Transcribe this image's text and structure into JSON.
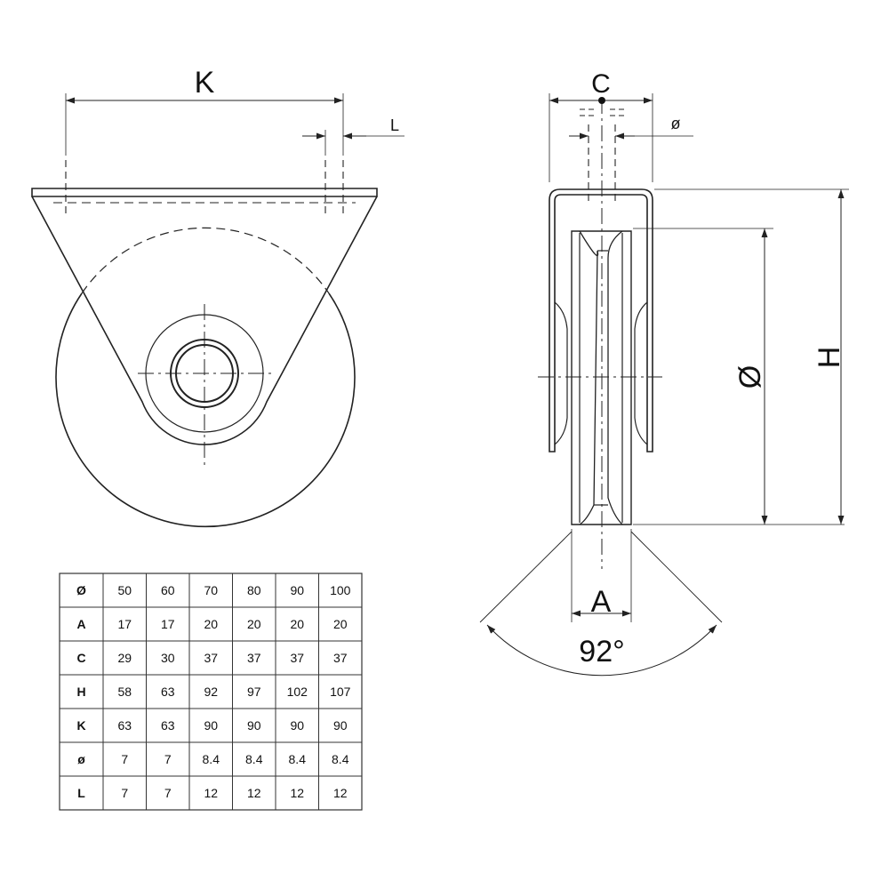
{
  "colors": {
    "line": "#222222",
    "thin": "#555555",
    "grid": "#333333"
  },
  "front_view": {
    "label_K": "K",
    "label_L": "L"
  },
  "side_view": {
    "label_C": "C",
    "label_bore": "ø",
    "label_diameter": "Ø",
    "label_H": "H",
    "label_A": "A",
    "label_angle": "92°"
  },
  "spec_table": {
    "rows": [
      {
        "label": "Ø",
        "values": [
          "50",
          "60",
          "70",
          "80",
          "90",
          "100"
        ]
      },
      {
        "label": "A",
        "values": [
          "17",
          "17",
          "20",
          "20",
          "20",
          "20"
        ]
      },
      {
        "label": "C",
        "values": [
          "29",
          "30",
          "37",
          "37",
          "37",
          "37"
        ]
      },
      {
        "label": "H",
        "values": [
          "58",
          "63",
          "92",
          "97",
          "102",
          "107"
        ]
      },
      {
        "label": "K",
        "values": [
          "63",
          "63",
          "90",
          "90",
          "90",
          "90"
        ]
      },
      {
        "label": "ø",
        "values": [
          "7",
          "7",
          "8.4",
          "8.4",
          "8.4",
          "8.4"
        ]
      },
      {
        "label": "L",
        "values": [
          "7",
          "7",
          "12",
          "12",
          "12",
          "12"
        ]
      }
    ]
  }
}
